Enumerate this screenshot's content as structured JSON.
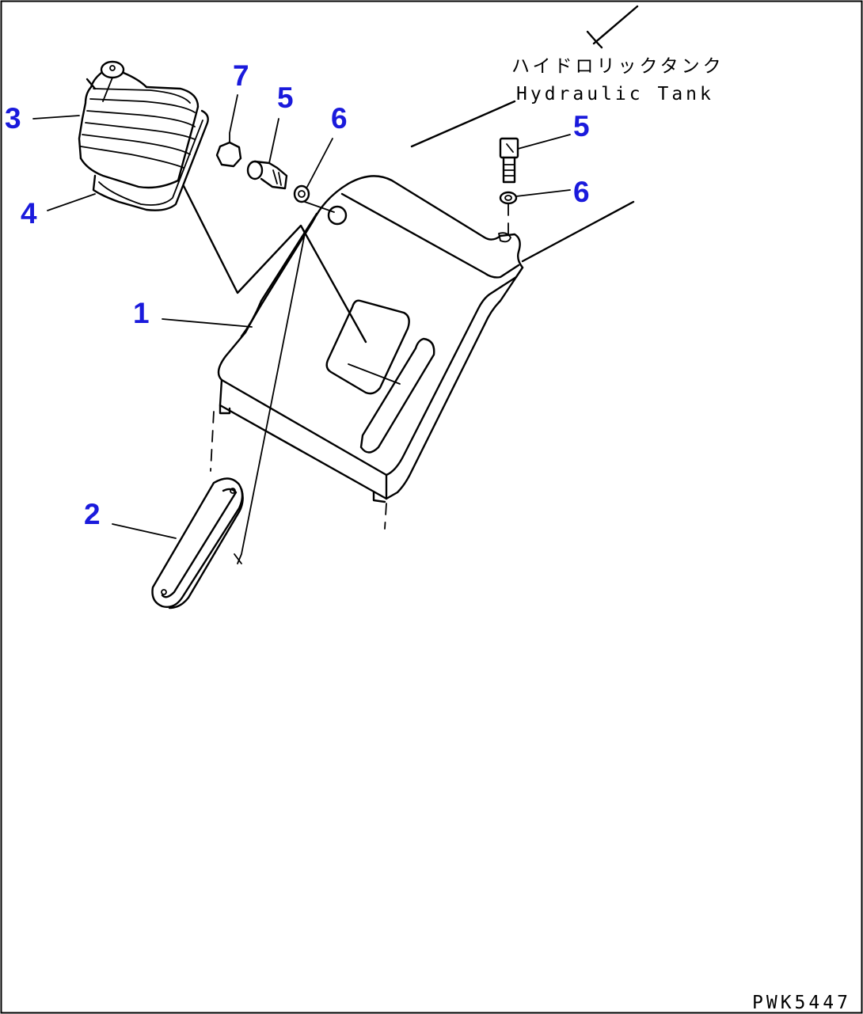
{
  "callouts": {
    "c1": "1",
    "c2": "2",
    "c3": "3",
    "c4": "4",
    "c5a": "5",
    "c5b": "5",
    "c6a": "6",
    "c6b": "6",
    "c7": "7"
  },
  "note": {
    "jp": "ハイドロリックタンク",
    "en": "Hydraulic Tank"
  },
  "figure_code": "PWK5447",
  "colors": {
    "callout": "#1a1adc",
    "line": "#000000"
  }
}
